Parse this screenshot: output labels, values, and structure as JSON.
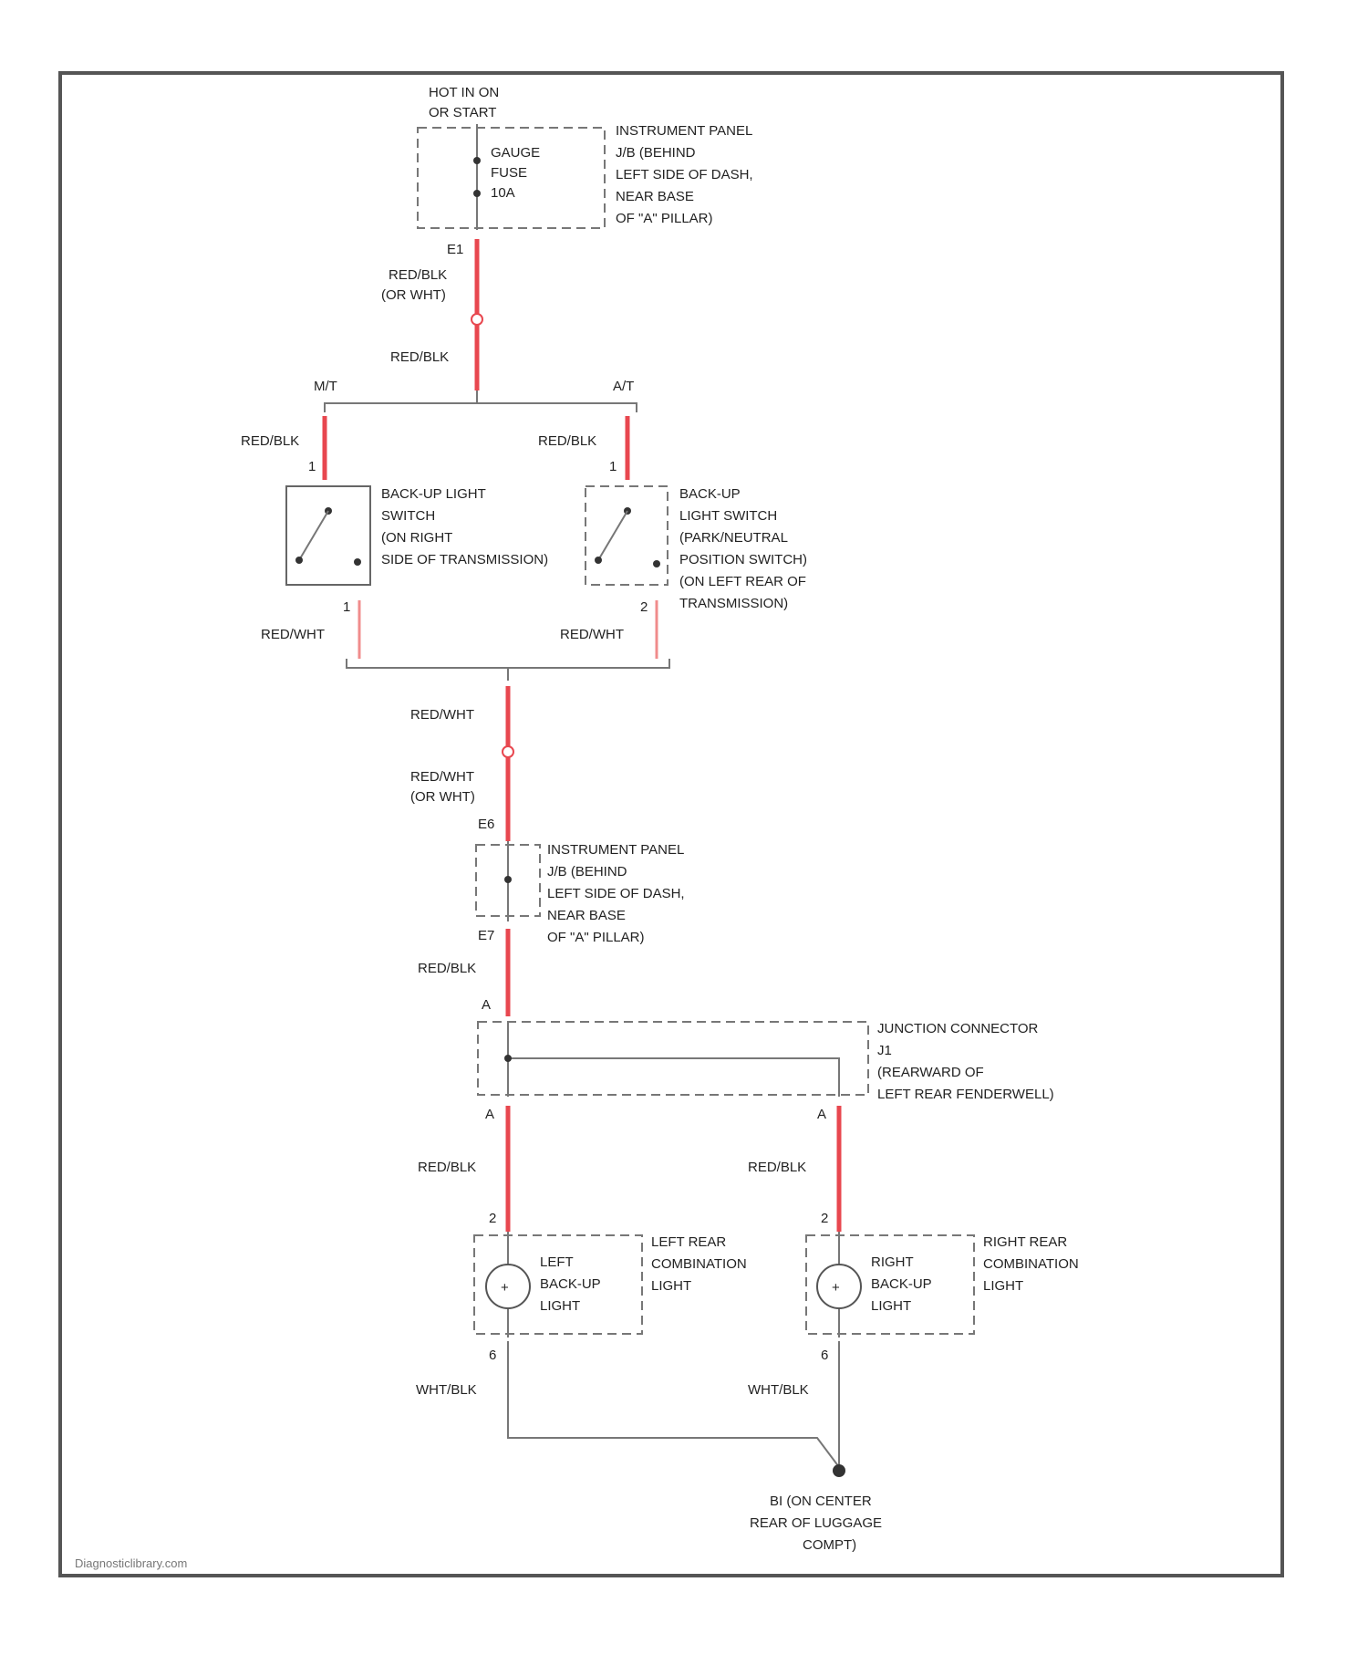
{
  "labels": {
    "hot_in_on": [
      "HOT IN ON",
      "OR START"
    ],
    "ip_jb_top": [
      "INSTRUMENT PANEL",
      "J/B (BEHIND",
      "LEFT SIDE OF DASH,",
      "NEAR BASE",
      "OF \"A\" PILLAR)"
    ],
    "gauge_fuse": [
      "GAUGE",
      "FUSE",
      "10A"
    ],
    "pin_1e1": "E1",
    "wire_red_blk_orwht": [
      "RED/BLK",
      "(OR WHT)"
    ],
    "wire_red_blk_1": "RED/BLK",
    "mt": "M/T",
    "at": "A/T",
    "wire_red_blk_mt": "RED/BLK",
    "wire_red_blk_at": "RED/BLK",
    "pin_mt_top": "1",
    "pin_at_top": "1",
    "mt_switch": [
      "BACK-UP LIGHT",
      "SWITCH",
      "(ON RIGHT",
      "SIDE OF TRANSMISSION)"
    ],
    "at_switch": [
      "BACK-UP",
      "LIGHT SWITCH",
      "(PARK/NEUTRAL",
      "POSITION SWITCH)",
      "(ON LEFT REAR OF",
      "TRANSMISSION)"
    ],
    "pin_mt_bottom": "1",
    "pin_at_bottom": "2",
    "wire_red_wht_mt": "RED/WHT",
    "wire_red_wht_at": "RED/WHT",
    "wire_red_wht_main": "RED/WHT",
    "wire_red_wht_orwht": [
      "RED/WHT",
      "(OR WHT)"
    ],
    "pin_e6": "E6",
    "ip_jb_mid": [
      "INSTRUMENT PANEL",
      "J/B (BEHIND",
      "LEFT SIDE OF DASH,",
      "NEAR BASE",
      "OF \"A\" PILLAR)"
    ],
    "pin_e7": "E7",
    "wire_red_blk_2": "RED/BLK",
    "pin_a_top": "A",
    "junction": [
      "JUNCTION CONNECTOR",
      "J1",
      "(REARWARD OF",
      "LEFT REAR FENDERWELL)"
    ],
    "pin_a_left": "A",
    "pin_a_right": "A",
    "wire_red_blk_left": "RED/BLK",
    "wire_red_blk_right": "RED/BLK",
    "pin_2_left": "2",
    "pin_2_right": "2",
    "left_bulb": [
      "LEFT",
      "BACK-UP",
      "LIGHT"
    ],
    "left_comb": [
      "LEFT REAR",
      "COMBINATION",
      "LIGHT"
    ],
    "right_bulb": [
      "RIGHT",
      "BACK-UP",
      "LIGHT"
    ],
    "right_comb": [
      "RIGHT REAR",
      "COMBINATION",
      "LIGHT"
    ],
    "pin_6_left": "6",
    "pin_6_right": "6",
    "wire_wht_blk_left": "WHT/BLK",
    "wire_wht_blk_right": "WHT/BLK",
    "ground": [
      "BI (ON CENTER",
      "REAR OF LUGGAGE",
      "COMPT)"
    ],
    "watermark": "Diagnosticlibrary.com"
  },
  "colors": {
    "wire_red": "#e8474f",
    "wire_red_light": "#f08c8c",
    "wire_gray": "#777777"
  }
}
